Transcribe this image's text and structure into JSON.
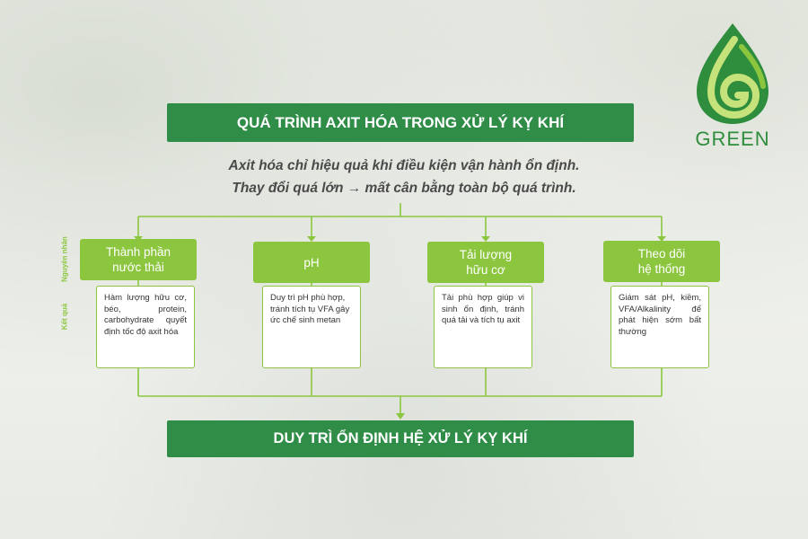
{
  "brand": {
    "logo_text": "GREEN",
    "primary_color": "#2f8d48",
    "accent_color": "#8cc63f"
  },
  "title": "QUÁ TRÌNH AXIT HÓA TRONG XỬ LÝ KỴ KHÍ",
  "subtitle": {
    "line1": "Axit hóa chỉ hiệu quả khi điều kiện vận hành ổn định.",
    "line2": "Thay đổi quá lớn → mất cân bằng toàn bộ quá trình."
  },
  "side_labels": {
    "cause": "Nguyên nhân",
    "result": "Kết quả"
  },
  "nodes": [
    {
      "head_line1": "Thành phần",
      "head_line2": "nước thải",
      "body": "Hàm lượng hữu cơ, béo, protein, carbohydrate quyết định tốc độ axit hóa"
    },
    {
      "head_line1": "pH",
      "head_line2": "",
      "body": "Duy trì pH phù hợp, tránh tích tụ VFA gây ức chế sinh metan"
    },
    {
      "head_line1": "Tải lượng",
      "head_line2": "hữu cơ",
      "body": "Tải phù hợp giúp vi sinh ổn định, tránh quá tải và tích tụ axit"
    },
    {
      "head_line1": "Theo dõi",
      "head_line2": "hệ thống",
      "body": "Giám sát pH, kiềm, VFA/Alkalinity để phát hiện sớm bất thường"
    }
  ],
  "result": "DUY TRÌ ỔN ĐỊNH HỆ XỬ LÝ KỴ KHÍ"
}
